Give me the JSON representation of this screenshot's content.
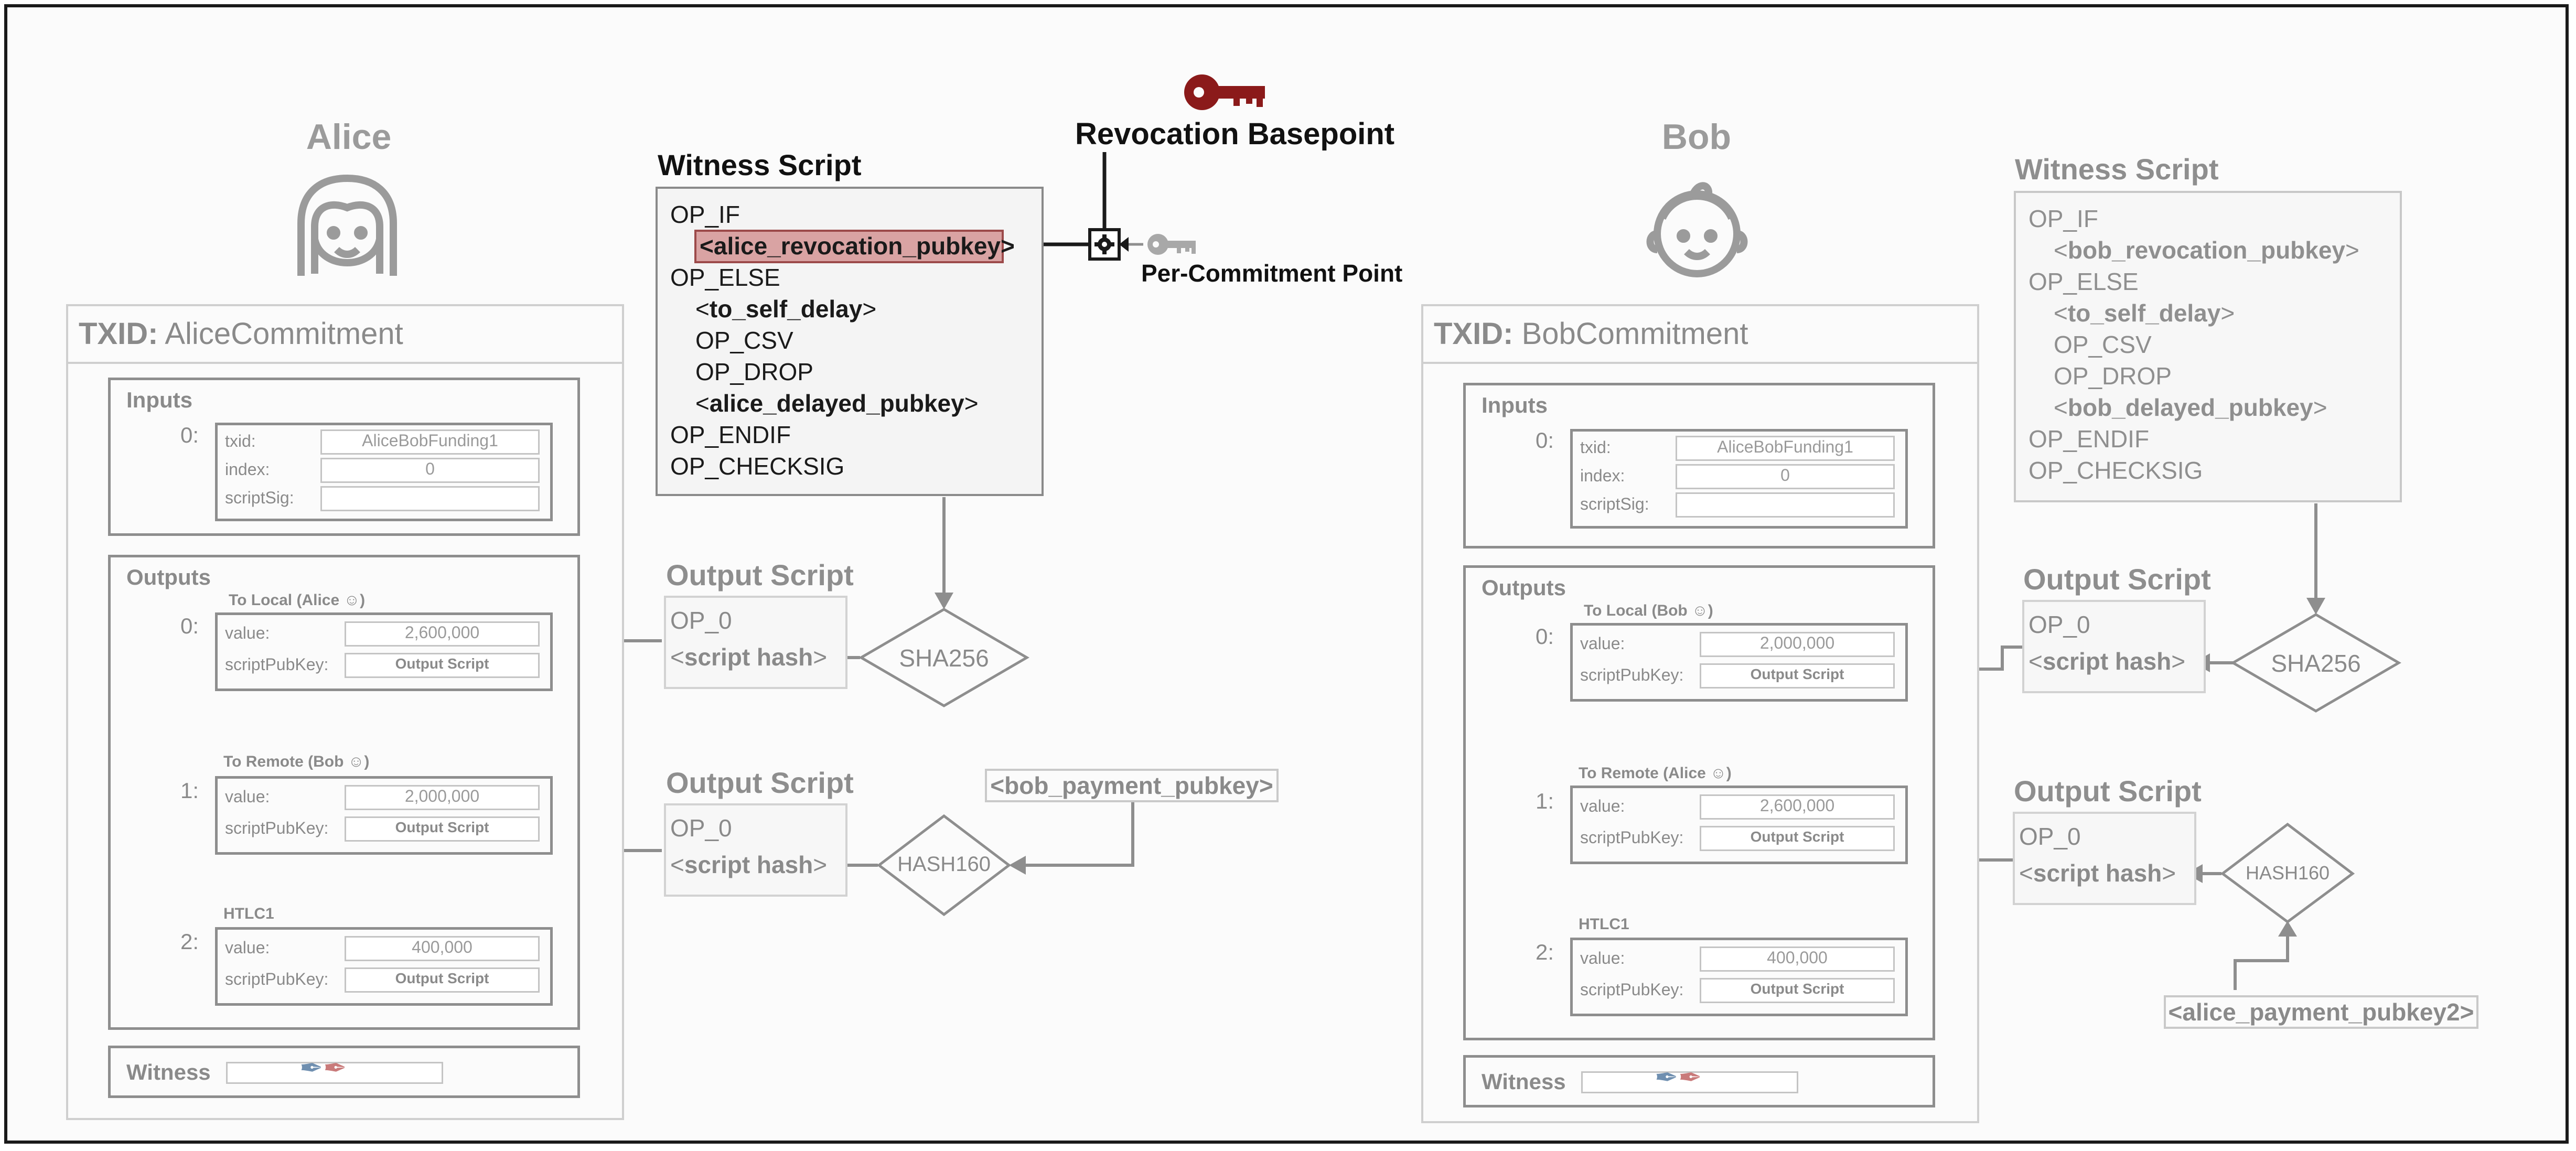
{
  "alice": {
    "name": "Alice",
    "tx": {
      "txid_label": "TXID:",
      "txid": "AliceCommitment"
    },
    "inputs": {
      "title": "Inputs",
      "index": "0:",
      "txid_label": "txid:",
      "txid_value": "AliceBobFunding1",
      "index_label": "index:",
      "index_value": "0",
      "scriptsig_label": "scriptSig:",
      "scriptsig_value": ""
    },
    "outputs": {
      "title": "Outputs",
      "items": [
        {
          "index": "0:",
          "label": "To Local (Alice",
          "label_end": ")",
          "value_label": "value:",
          "value": "2,600,000",
          "spk_label": "scriptPubKey:",
          "spk": "Output Script"
        },
        {
          "index": "1:",
          "label": "To Remote (Bob",
          "label_end": ")",
          "value_label": "value:",
          "value": "2,000,000",
          "spk_label": "scriptPubKey:",
          "spk": "Output Script"
        },
        {
          "index": "2:",
          "label": "HTLC1",
          "label_end": "",
          "value_label": "value:",
          "value": "400,000",
          "spk_label": "scriptPubKey:",
          "spk": "Output Script"
        }
      ]
    },
    "witness_label": "Witness",
    "witness_script": {
      "title": "Witness Script",
      "lines": [
        "OP_IF",
        "<alice_revocation_pubkey>",
        "OP_ELSE",
        "<",
        "to_self_delay",
        ">",
        "OP_CSV",
        "OP_DROP",
        "<",
        "alice_delayed_pubkey",
        ">",
        "OP_ENDIF",
        "OP_CHECKSIG"
      ]
    },
    "output_script_1": {
      "title": "Output Script",
      "op": "OP_0",
      "lt": "<",
      "hash": "script hash",
      "gt": ">"
    },
    "output_script_2": {
      "title": "Output Script",
      "op": "OP_0",
      "lt": "<",
      "hash": "script hash",
      "gt": ">"
    },
    "sha": "SHA256",
    "hash160": "HASH160",
    "payment_pubkey": "<bob_payment_pubkey>"
  },
  "bob": {
    "name": "Bob",
    "tx": {
      "txid_label": "TXID:",
      "txid": "BobCommitment"
    },
    "inputs": {
      "title": "Inputs",
      "index": "0:",
      "txid_label": "txid:",
      "txid_value": "AliceBobFunding1",
      "index_label": "index:",
      "index_value": "0",
      "scriptsig_label": "scriptSig:",
      "scriptsig_value": ""
    },
    "outputs": {
      "title": "Outputs",
      "items": [
        {
          "index": "0:",
          "label": "To Local (Bob",
          "label_end": ")",
          "value_label": "value:",
          "value": "2,000,000",
          "spk_label": "scriptPubKey:",
          "spk": "Output Script"
        },
        {
          "index": "1:",
          "label": "To Remote (Alice",
          "label_end": ")",
          "value_label": "value:",
          "value": "2,600,000",
          "spk_label": "scriptPubKey:",
          "spk": "Output Script"
        },
        {
          "index": "2:",
          "label": "HTLC1",
          "label_end": "",
          "value_label": "value:",
          "value": "400,000",
          "spk_label": "scriptPubKey:",
          "spk": "Output Script"
        }
      ]
    },
    "witness_label": "Witness",
    "witness_script": {
      "title": "Witness Script",
      "lines": [
        "OP_IF",
        "<",
        "bob_revocation_pubkey",
        ">",
        "OP_ELSE",
        "<",
        "to_self_delay",
        ">",
        "OP_CSV",
        "OP_DROP",
        "<",
        "bob_delayed_pubkey",
        ">",
        "OP_ENDIF",
        "OP_CHECKSIG"
      ]
    },
    "output_script_1": {
      "title": "Output Script",
      "op": "OP_0",
      "lt": "<",
      "hash": "script hash",
      "gt": ">"
    },
    "output_script_2": {
      "title": "Output Script",
      "op": "OP_0",
      "lt": "<",
      "hash": "script hash",
      "gt": ">"
    },
    "sha": "SHA256",
    "hash160": "HASH160",
    "payment_pubkey": "<alice_payment_pubkey2>"
  },
  "revocation": {
    "title": "Revocation Basepoint",
    "per_commitment": "Per-Commitment Point"
  },
  "colors": {
    "revocation_key": "#8b1a1a",
    "highlight": "#d9a3a3",
    "frame": "#1a1a1a",
    "pen_blue": "#6f8fb0",
    "pen_red": "#c97a7a"
  },
  "icons": [
    "alice-avatar-icon",
    "bob-avatar-icon",
    "revocation-key-icon",
    "per-commitment-key-icon",
    "gear-icon",
    "signature-pens-icon"
  ]
}
